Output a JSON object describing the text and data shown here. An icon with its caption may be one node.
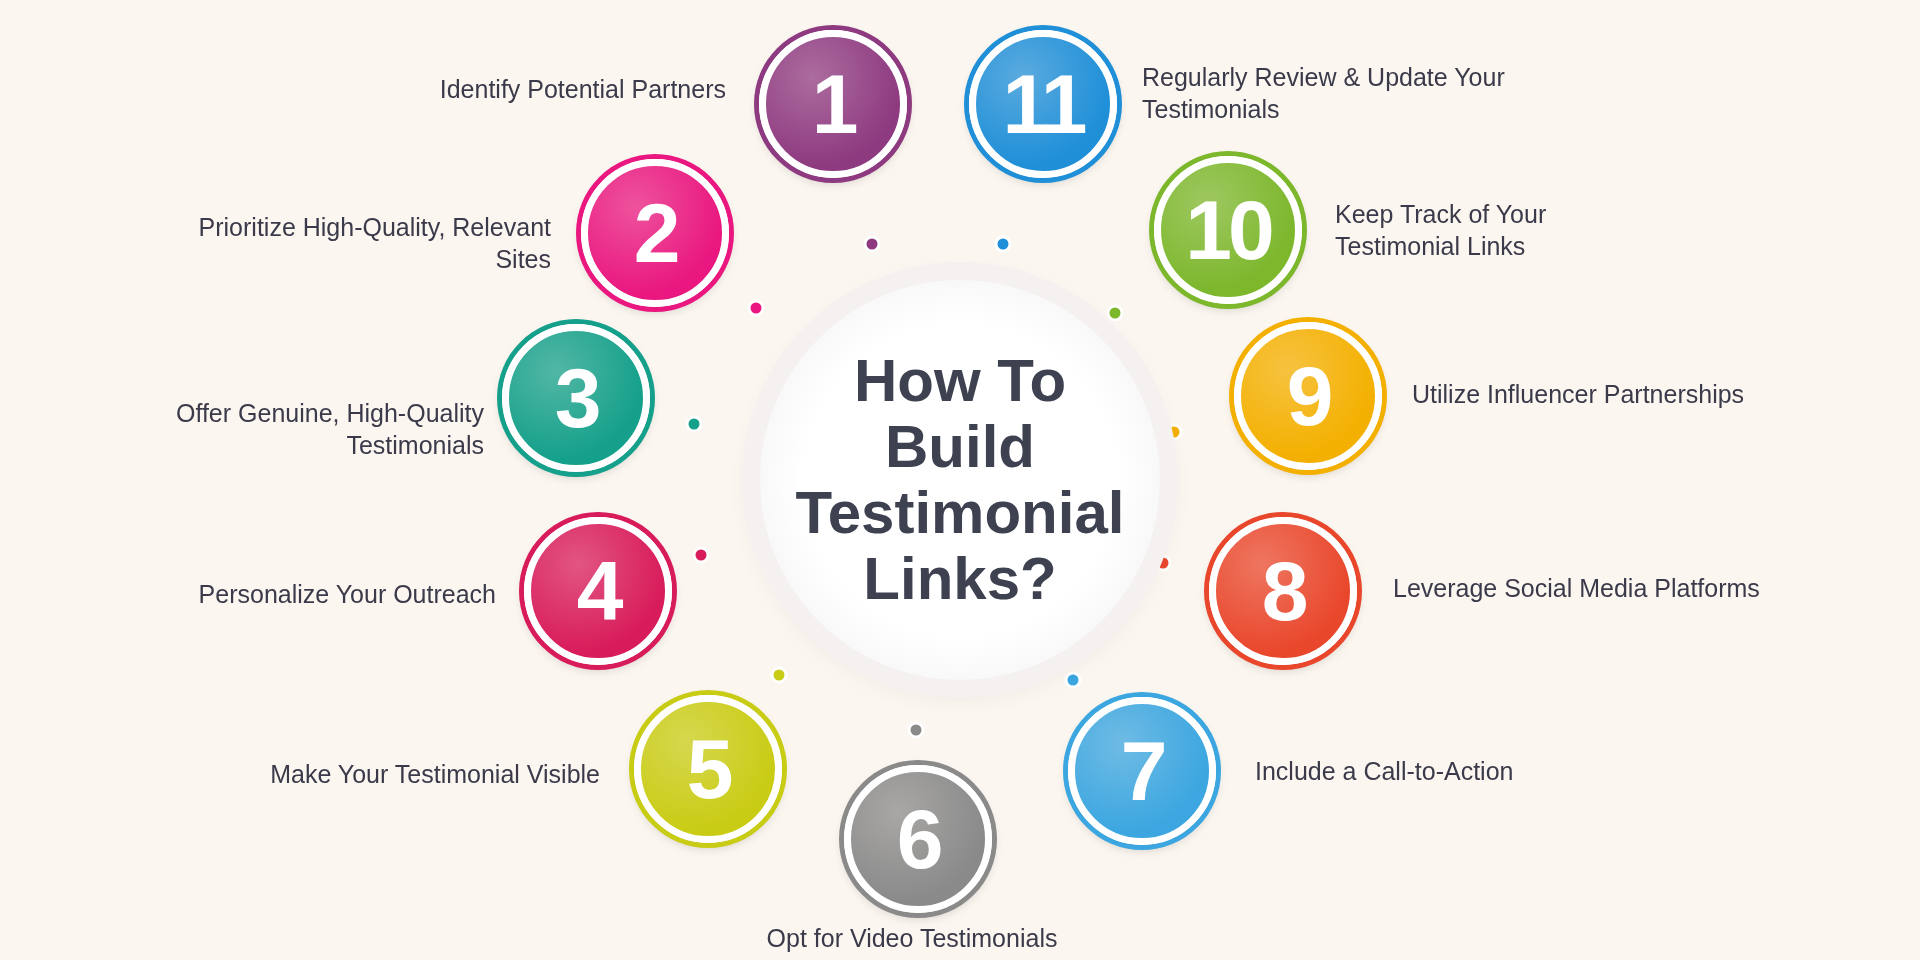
{
  "diagram": {
    "nodes": [
      {
        "text": [
          "How To Build Testimonial Links?"
        ]
      },
      {
        "text": [
          "1"
        ],
        "beside": [
          "Identify Potential Partners"
        ]
      },
      {
        "text": [
          "2"
        ],
        "beside": [
          "Prioritize High-Quality, Relevant Sites"
        ]
      },
      {
        "text": [
          "3"
        ],
        "beside": [
          "Offer Genuine, High-Quality Testimonials"
        ]
      },
      {
        "text": [
          "4"
        ],
        "beside": [
          "Personalize Your Outreach"
        ]
      },
      {
        "text": [
          "5"
        ],
        "beside": [
          "Make Your Testimonial Visible"
        ]
      },
      {
        "text": [
          "6"
        ],
        "beside": [
          "Opt for Video Testimonials"
        ]
      },
      {
        "text": [
          "7"
        ],
        "beside": [
          "Include a Call-to-Action"
        ]
      },
      {
        "text": [
          "8"
        ],
        "beside": [
          "Leverage Social Media Platforms"
        ]
      },
      {
        "text": [
          "9"
        ],
        "beside": [
          "Utilize Influencer Partnerships"
        ]
      },
      {
        "text": [
          "10"
        ],
        "beside": [
          "Keep Track of Your Testimonial Links"
        ]
      },
      {
        "text": [
          "11"
        ],
        "beside": [
          "Regularly Review & Update Your Testimonials"
        ]
      }
    ]
  }
}
